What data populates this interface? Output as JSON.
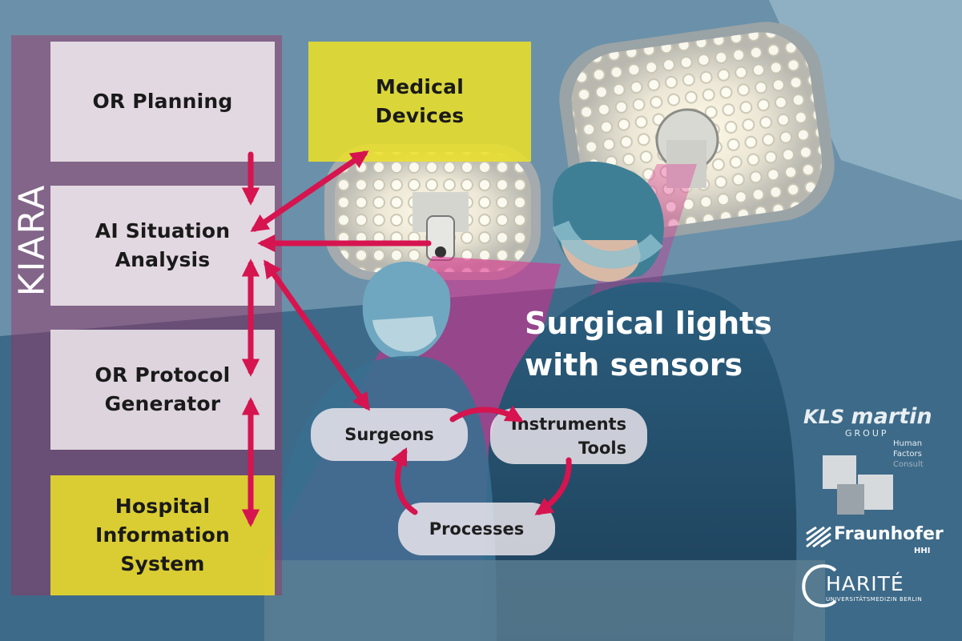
{
  "kiara": {
    "label": "KIARA"
  },
  "boxes": {
    "or_planning": "OR Planning",
    "ai_situation": "AI Situation\nAnalysis",
    "or_protocol": "OR Protocol\nGenerator",
    "medical_devices": "Medical\nDevices",
    "his": "Hospital\nInformation System"
  },
  "cycle": {
    "surgeons": "Surgeons",
    "instruments": "Instruments\nTools",
    "processes": "Processes"
  },
  "sensors_title": "Surgical lights\nwith sensors",
  "logos": {
    "kls_a": "KLS",
    "kls_b": "martin",
    "kls_group": "GROUP",
    "hfc_line1": "Human",
    "hfc_line2": "Factors",
    "hfc_line3": "Consult",
    "fraunhofer": "Fraunhofer",
    "fraunhofer_sub": "HHI",
    "charite": "HARITÉ",
    "charite_sub": "UNIVERSITÄTSMEDIZIN BERLIN"
  },
  "colors": {
    "arrow": "#d6144f",
    "yellow_box": "#ece228",
    "kiara_frame": "#a8285c",
    "light_beam": "#e0288c"
  }
}
